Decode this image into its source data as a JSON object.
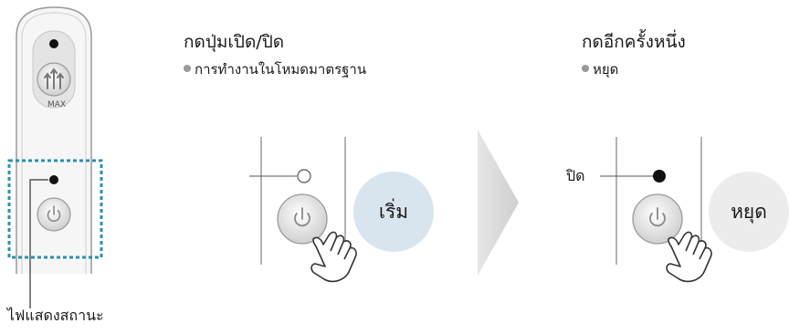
{
  "remote": {
    "max_label": "MAX",
    "status_light_caption": "ไฟแสดงสถานะ"
  },
  "step1": {
    "heading": "กดปุ่มเปิด/ปิด",
    "bullet": "การทำงานในโหมดมาตรฐาน",
    "badge_label": "เริ่ม",
    "badge_color": "#d8e5ee"
  },
  "step2": {
    "heading": "กดอีกครั้งหนึ่ง",
    "bullet": "หยุด",
    "light_caption": "ปิด",
    "badge_label": "หยุด",
    "badge_color": "#ececec"
  },
  "colors": {
    "dashed_highlight": "#2a8fb5",
    "arrow": "#dcdcdc"
  }
}
